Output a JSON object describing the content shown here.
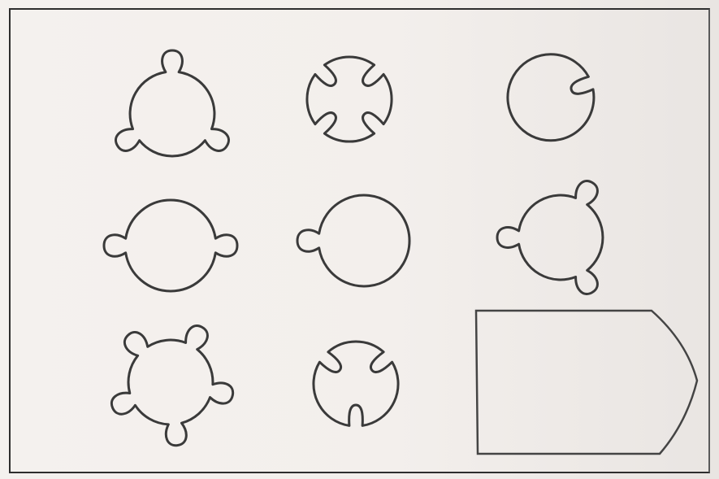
{
  "figures": [
    {
      "id": "fig-1",
      "shape": "circle with 3 outward loops"
    },
    {
      "id": "fig-2",
      "shape": "circle with 4 inward loops"
    },
    {
      "id": "fig-3",
      "shape": "circle with 1 inward loop"
    },
    {
      "id": "fig-4",
      "shape": "circle with 2 outward loops"
    },
    {
      "id": "fig-5",
      "shape": "circle with 1 outward loop"
    },
    {
      "id": "fig-6",
      "shape": "circle with 3 outward loops"
    },
    {
      "id": "fig-7",
      "shape": "circle with 5 outward loops"
    },
    {
      "id": "fig-8",
      "shape": "circle with 3 inward loops"
    },
    {
      "id": "fig-9",
      "shape": "empty answer box"
    }
  ],
  "colors": {
    "ink": "#3a3a3a",
    "paper": "#f3f0ed",
    "frame": "#2e2e2e"
  }
}
